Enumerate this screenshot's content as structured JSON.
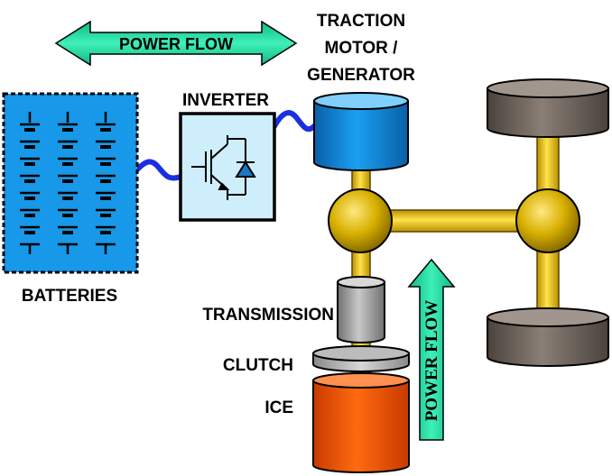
{
  "labels": {
    "power_flow_top": "POWER FLOW",
    "traction_line1": "TRACTION",
    "traction_line2": "MOTOR /",
    "traction_line3": "GENERATOR",
    "inverter": "INVERTER",
    "batteries": "BATTERIES",
    "transmission": "TRANSMISSION",
    "clutch": "CLUTCH",
    "ice": "ICE",
    "power_flow_vertical": "POWER FLOW"
  },
  "colors": {
    "arrow_fill": "#19d69b",
    "battery_fill": "#1898e8",
    "inverter_fill": "#cfeefb",
    "motor_fill": "#0f7fd0",
    "shaft_gold": "#f2c800",
    "wheel_fill": "#6f655e",
    "engine_fill": "#ff5a00",
    "cable_blue": "#1a2fe0"
  },
  "icons": [
    "igbt-symbol",
    "battery-cell-symbol"
  ]
}
